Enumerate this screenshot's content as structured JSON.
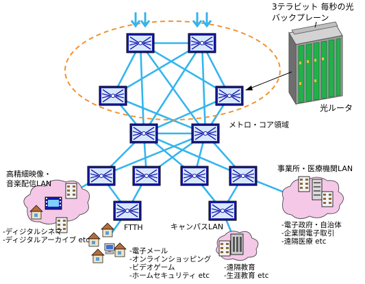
{
  "labels": {
    "optical_backplane": "3テラビット 毎秒の光バックプレーン",
    "optical_router": "光ルータ",
    "metro_core": "メトロ・コア領域",
    "hd_media_lan": [
      "高精細映像・",
      "音楽配信LAN"
    ],
    "enterprise_lan": "事業所・医療機関LAN",
    "ftth": "FTTH",
    "campus_lan": "キャンパスLAN"
  },
  "applications": {
    "hd_media": [
      "-ディジタルシネマ",
      "-ディジタルアーカイブ etc"
    ],
    "ftth": [
      "-電子メール",
      "-オンラインショッピング",
      "-ビデオゲーム",
      "-ホームセキュリティ etc"
    ],
    "campus": [
      "-遠隔教育",
      "-生涯教育 etc"
    ],
    "enterprise": [
      "-電子政府・自治体",
      "-企業間電子取引",
      "-遠隔医療 etc"
    ]
  },
  "icons": {
    "router": "optical-router-switch-icon",
    "chassis": "optical-router-chassis-icon",
    "building": "office-building-icon",
    "house": "house-icon",
    "pc": "desktop-pc-icon",
    "cloud": "lan-cloud-icon",
    "film": "film-monitor-icon"
  },
  "colors": {
    "router_fill": "#1a1aa8",
    "link": "#33b5ef",
    "core_boundary": "#f0922f",
    "cloud": "#f5c8e8",
    "chassis_card": "#22b04a"
  }
}
